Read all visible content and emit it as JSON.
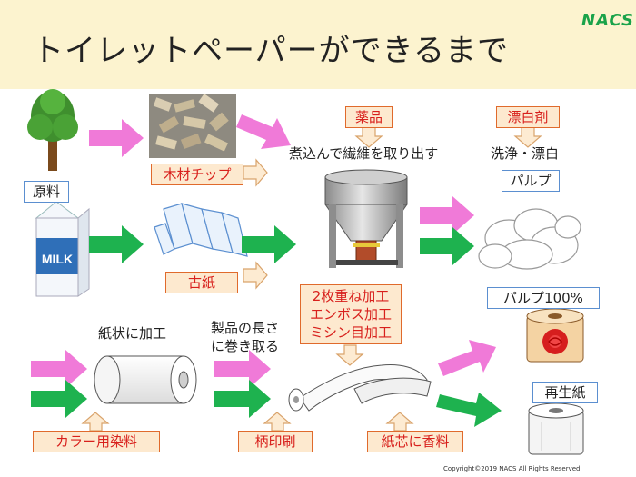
{
  "header": {
    "title": "トイレットペーパーができるまで",
    "logo": "NACS"
  },
  "labels": {
    "raw_material": "原料",
    "wood_chip": "木材チップ",
    "chemicals": "薬品",
    "bleach": "漂白剤",
    "boil_extract": "煮込んで繊維を取り出す",
    "wash_bleach": "洗浄・漂白",
    "pulp": "パルプ",
    "used_paper": "古紙",
    "milk_carton_text": "MILK",
    "processing_lines": [
      "2枚重ね加工",
      "エンボス加工",
      "ミシン目加工"
    ],
    "pulp100": "パルプ100%",
    "paper_sheet": "紙状に加工",
    "roll_line1": "製品の長さ",
    "roll_line2": "に巻き取る",
    "recycled": "再生紙",
    "color_dye": "カラー用染料",
    "pattern_print": "柄印刷",
    "core_fragrance": "紙芯に香料"
  },
  "colors": {
    "header_bg": "#fcf3cf",
    "arrow_pink": "#f07ad8",
    "arrow_green": "#1eb24f",
    "box_red_border": "#e06a2c",
    "box_red_text": "#d8201c",
    "box_blue_border": "#5b8fd0"
  },
  "footer": {
    "copyright": "Copyright©2019 NACS  All  Rights  Reserved"
  }
}
